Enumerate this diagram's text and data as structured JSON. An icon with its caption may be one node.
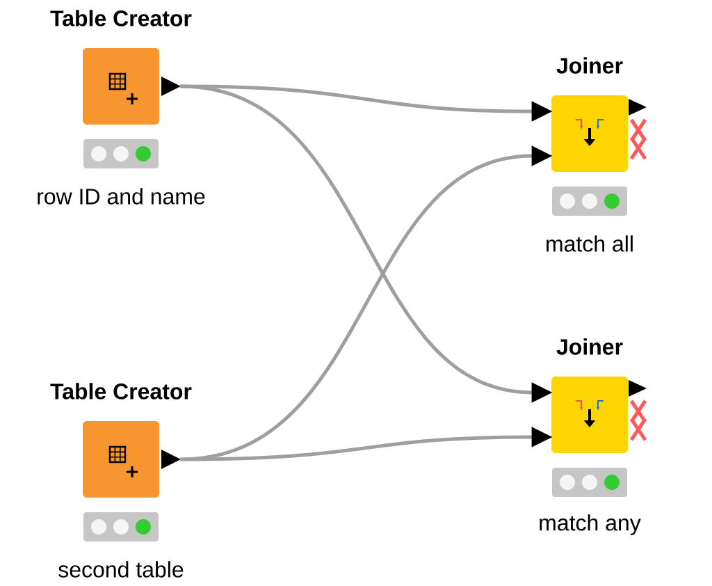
{
  "diagram": {
    "nodes": [
      {
        "text": [
          "Table Creator"
        ],
        "beside": [
          "row ID and name"
        ]
      },
      {
        "text": [
          "Table Creator"
        ],
        "beside": [
          "second table"
        ]
      },
      {
        "text": [
          "Joiner"
        ],
        "beside": [
          "match all"
        ]
      },
      {
        "text": [
          "Joiner"
        ],
        "beside": [
          "match any"
        ]
      }
    ],
    "edges": [
      {
        "from": 0,
        "to": 2,
        "arrow": "to"
      },
      {
        "from": 0,
        "to": 3,
        "arrow": "to"
      },
      {
        "from": 1,
        "to": 2,
        "arrow": "to"
      },
      {
        "from": 1,
        "to": 3,
        "arrow": "to"
      }
    ]
  }
}
